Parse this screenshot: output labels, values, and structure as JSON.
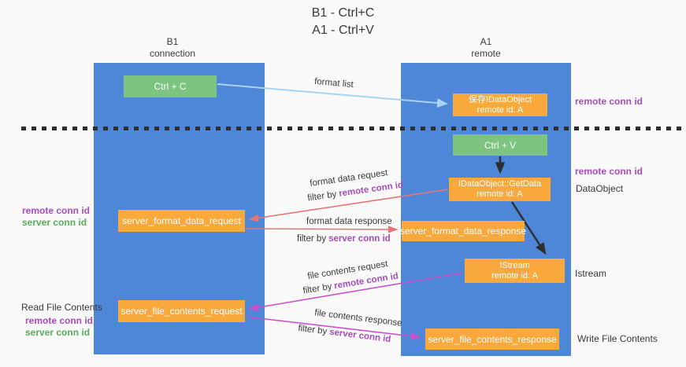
{
  "title": {
    "line1": "B1 - Ctrl+C",
    "line2": "A1 - Ctrl+V"
  },
  "lifelines": {
    "left": {
      "name": "B1",
      "role": "connection"
    },
    "right": {
      "name": "A1",
      "role": "remote"
    }
  },
  "nodes": {
    "ctrl_c": {
      "label": "Ctrl + C"
    },
    "save_idataobject": {
      "line1": "保存IDataObject",
      "line2": "remote id: A"
    },
    "ctrl_v": {
      "label": "Ctrl + V"
    },
    "getdata": {
      "line1": "IDataObject::GetData",
      "line2": "remote id: A"
    },
    "istream": {
      "line1": "IStream",
      "line2": "remote id: A"
    },
    "server_format_data_request": {
      "label": "server_format_data_request"
    },
    "server_format_data_response": {
      "label": "server_format_data_response"
    },
    "server_file_contents_request": {
      "label": "server_file_contents_request"
    },
    "server_file_contents_response": {
      "label": "server_file_contents_response"
    }
  },
  "edge_labels": {
    "format_list": "format list",
    "format_data_request": "format data request",
    "format_data_response": "format data response",
    "file_contents_request": "file contents request",
    "file_contents_response": "file contents response",
    "filter_by": "filter by",
    "remote_conn_id": "remote conn id",
    "server_conn_id": "server conn id"
  },
  "side_labels": {
    "right_top_remote_conn_id": "remote conn id",
    "right_mid_remote_conn_id": "remote conn id",
    "dataobject": "DataObject",
    "istream": "Istream",
    "write_file_contents": "Write File Contents",
    "read_file_contents": "Read File Contents",
    "left_remote_conn_id": "remote conn id",
    "left_server_conn_id": "server conn id"
  },
  "colors": {
    "background": "#F9F9F9",
    "lane_blue": "#4E86D8",
    "box_green": "#7CC47F",
    "box_orange": "#F9A93B",
    "text_dark": "#3A3A3A",
    "purple_text": "#A94CBE",
    "green_text": "#58AD5A",
    "arrow_lightblue": "#A9D3F2",
    "arrow_red": "#E97573",
    "arrow_magenta": "#CC52CC",
    "arrow_black": "#2E2E2E"
  }
}
